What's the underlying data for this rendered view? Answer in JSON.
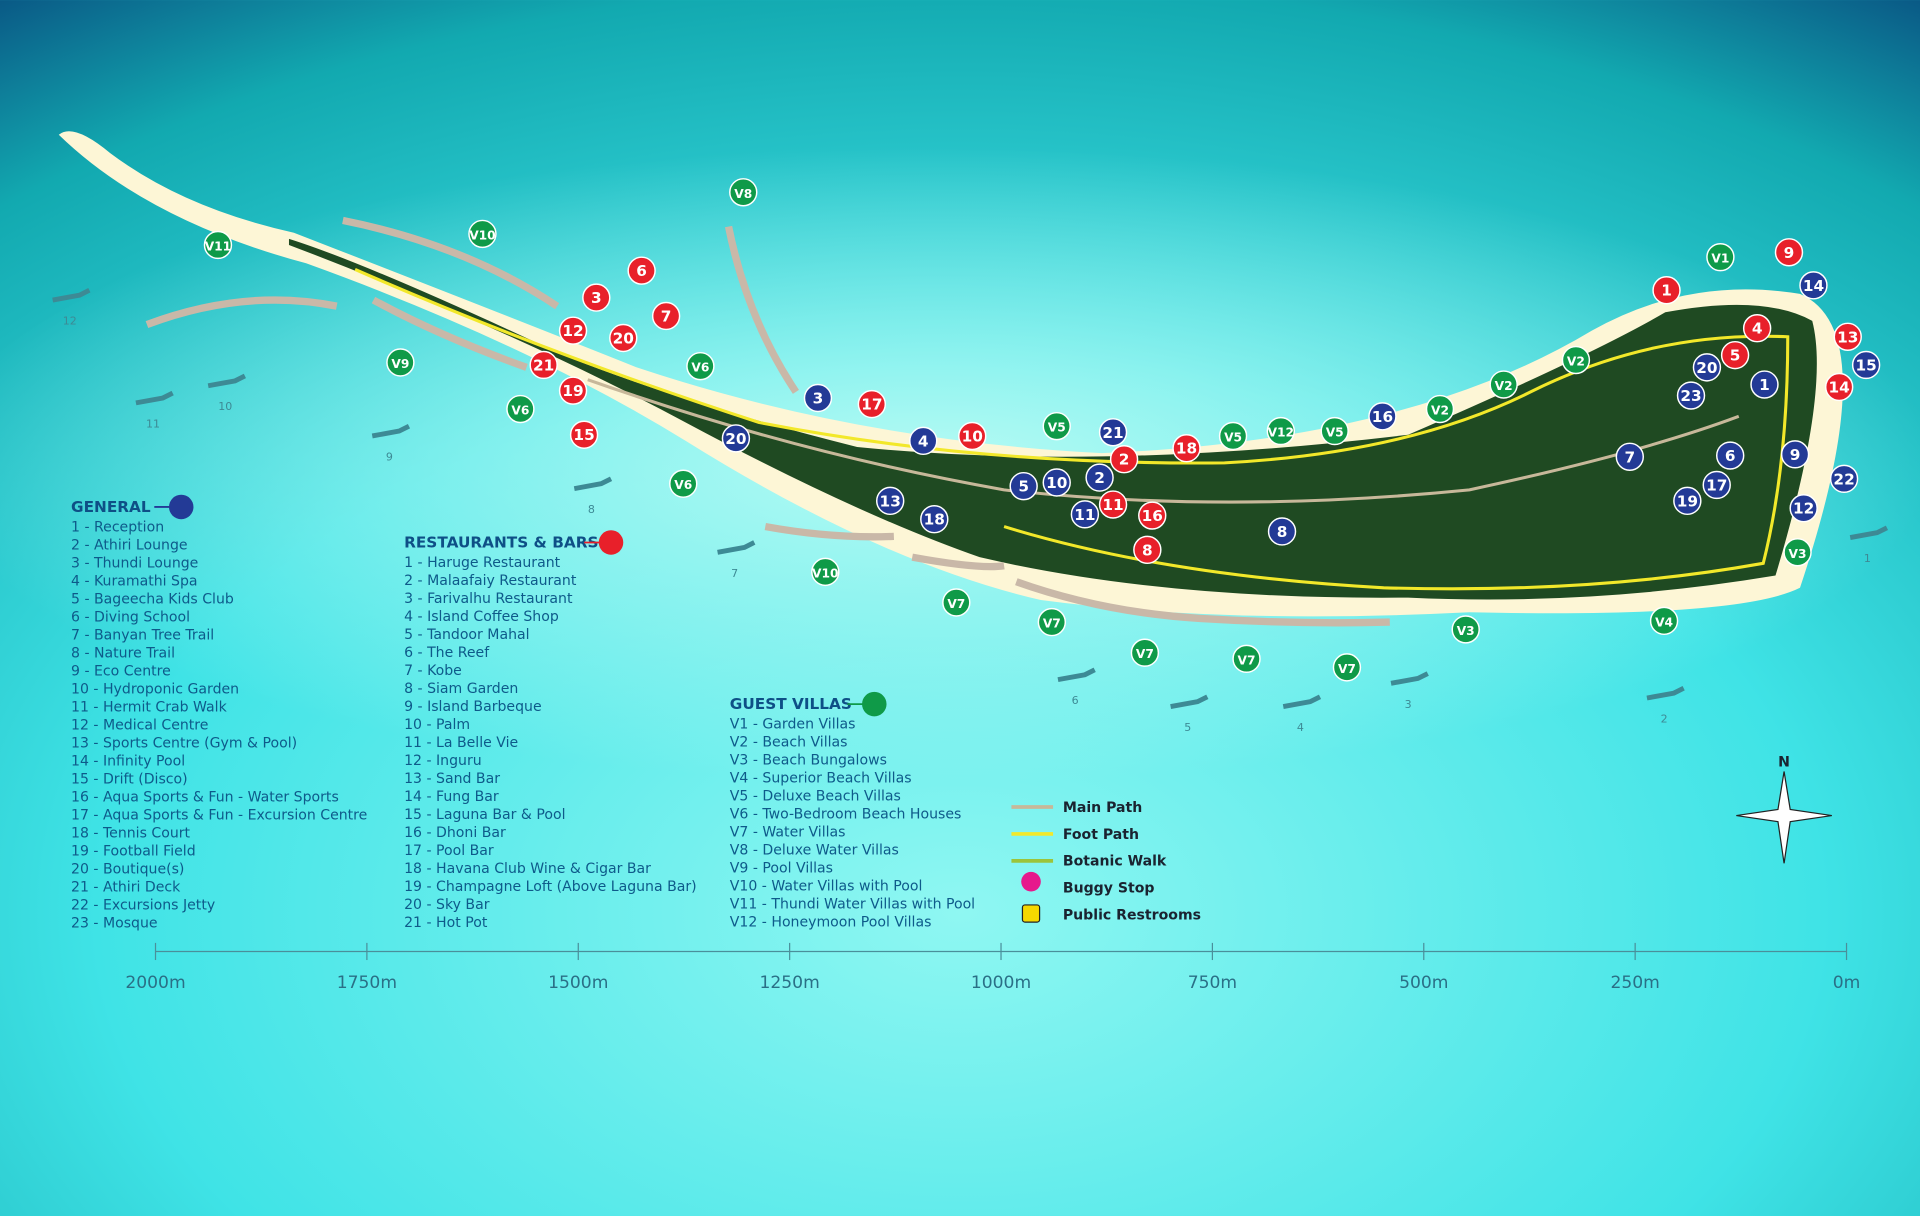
{
  "colors": {
    "general": "#233a96",
    "restaurants": "#e8202a",
    "villas": "#0f9a48",
    "main_path": "#c7b89a",
    "foot_path": "#f2e82a",
    "botanic_walk": "#9cc43a",
    "buggy": "#e6198c",
    "restroom": "#f5d800"
  },
  "general": {
    "title": "GENERAL",
    "items": [
      "1 - Reception",
      "2 - Athiri Lounge",
      "3 - Thundi Lounge",
      "4 - Kuramathi Spa",
      "5 - Bageecha Kids Club",
      "6 - Diving School",
      "7 - Banyan Tree Trail",
      "8 - Nature Trail",
      "9 - Eco Centre",
      "10 - Hydroponic Garden",
      "11 - Hermit Crab Walk",
      "12 - Medical Centre",
      "13 - Sports Centre (Gym & Pool)",
      "14 - Infinity Pool",
      "15 - Drift (Disco)",
      "16 - Aqua Sports & Fun - Water Sports",
      "17 - Aqua Sports & Fun - Excursion Centre",
      "18 - Tennis Court",
      "19 - Football Field",
      "20 - Boutique(s)",
      "21 - Athiri Deck",
      "22 - Excursions Jetty",
      "23 - Mosque"
    ]
  },
  "restaurants": {
    "title": "RESTAURANTS & BARS",
    "items": [
      "1 - Haruge Restaurant",
      "2 - Malaafaiy Restaurant",
      "3 - Farivalhu Restaurant",
      "4 - Island Coffee Shop",
      "5 - Tandoor Mahal",
      "6 - The Reef",
      "7 - Kobe",
      "8 - Siam Garden",
      "9 - Island Barbeque",
      "10 - Palm",
      "11 - La Belle Vie",
      "12 - Inguru",
      "13 - Sand Bar",
      "14 - Fung Bar",
      "15 - Laguna Bar & Pool",
      "16 - Dhoni Bar",
      "17 - Pool Bar",
      "18 - Havana Club Wine & Cigar Bar",
      "19 - Champagne Loft (Above Laguna Bar)",
      "20 - Sky Bar",
      "21 - Hot Pot"
    ]
  },
  "villas": {
    "title": "GUEST VILLAS",
    "items": [
      "V1 - Garden Villas",
      "V2 - Beach Villas",
      "V3 - Beach Bungalows",
      "V4 - Superior Beach Villas",
      "V5 - Deluxe Beach Villas",
      "V6 - Two-Bedroom Beach Houses",
      "V7 - Water Villas",
      "V8 - Deluxe Water Villas",
      "V9 - Pool Villas",
      "V10 - Water Villas with Pool",
      "V11 - Thundi Water Villas with Pool",
      "V12 - Honeymoon Pool Villas"
    ]
  },
  "key": {
    "main_path": "Main Path",
    "foot_path": "Foot Path",
    "botanic_walk": "Botanic Walk",
    "buggy_stop": "Buggy Stop",
    "restrooms": "Public Restrooms"
  },
  "scale": {
    "labels": [
      "2000m",
      "1750m",
      "1500m",
      "1250m",
      "1000m",
      "750m",
      "500m",
      "250m",
      "0m"
    ]
  },
  "compass": {
    "north": "N"
  },
  "dive_sites": [
    "12",
    "11",
    "10",
    "9",
    "8",
    "7",
    "6",
    "5",
    "4",
    "3",
    "2",
    "1"
  ],
  "markers": {
    "general": [
      "3",
      "20",
      "4",
      "13",
      "18",
      "5",
      "10",
      "2",
      "21",
      "11",
      "8",
      "16",
      "7",
      "6",
      "9",
      "22",
      "17",
      "19",
      "12",
      "1",
      "23",
      "20",
      "14",
      "15"
    ],
    "restaurants": [
      "6",
      "3",
      "7",
      "12",
      "20",
      "21",
      "19",
      "15",
      "17",
      "10",
      "2",
      "18",
      "11",
      "16",
      "8",
      "1",
      "9",
      "4",
      "5",
      "13",
      "14"
    ],
    "villas": [
      "V8",
      "V10",
      "V11",
      "V9",
      "V6",
      "V6",
      "V6",
      "V10",
      "V7",
      "V7",
      "V7",
      "V7",
      "V7",
      "V5",
      "V5",
      "V12",
      "V5",
      "V2",
      "V2",
      "V2",
      "V1",
      "V3",
      "V4",
      "V3"
    ]
  }
}
